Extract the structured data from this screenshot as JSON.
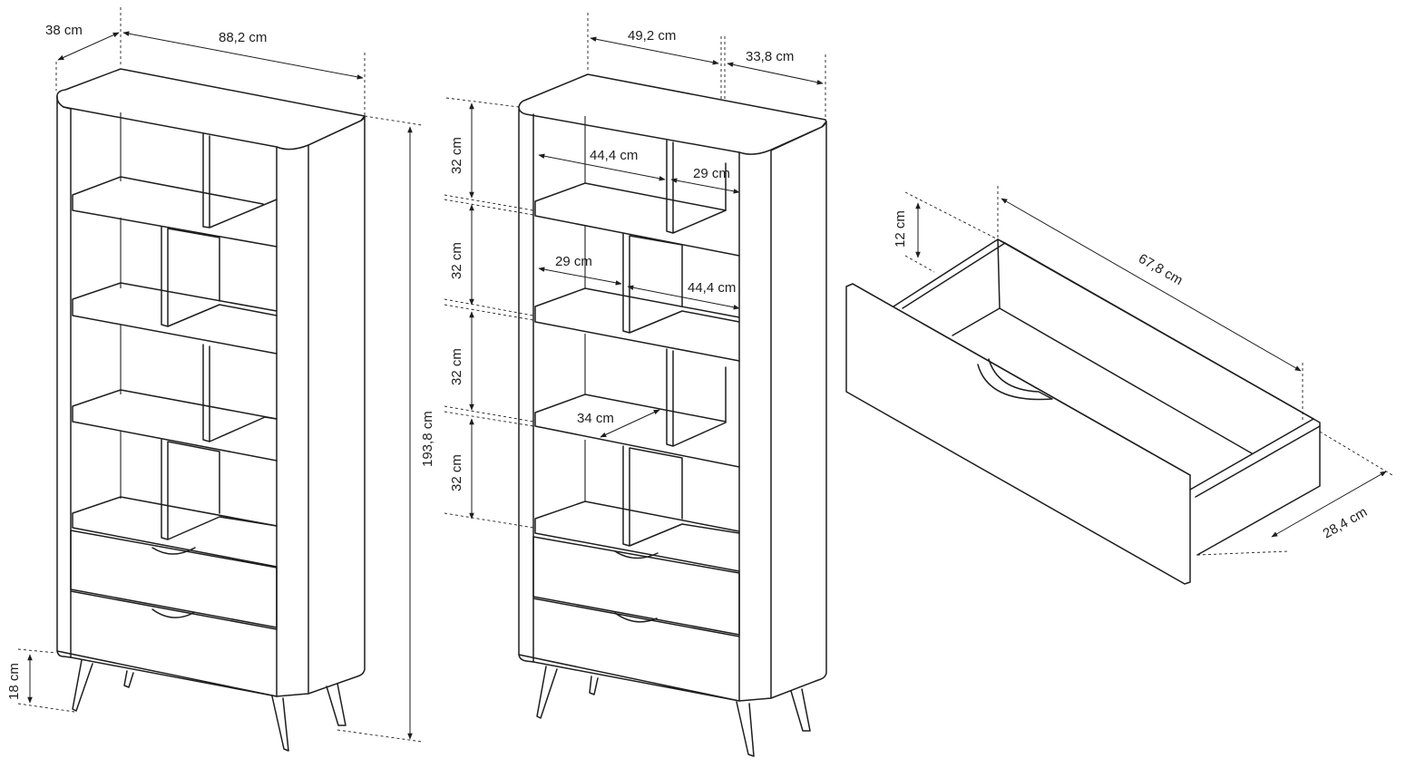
{
  "diagram": {
    "colors": {
      "stroke": "#1e1e1e",
      "background": "#ffffff"
    },
    "front_view": {
      "depth_label": "38 cm",
      "width_label": "88,2 cm",
      "height_label": "193,8 cm",
      "legs_label": "18 cm"
    },
    "side_view": {
      "width_label": "49,2 cm",
      "depth_label": "33,8 cm",
      "compartments": {
        "row1_label": "32 cm",
        "row2_label": "32 cm",
        "row3_label": "32 cm",
        "row4_label": "32 cm"
      },
      "inner": {
        "top_left_width": "44,4 cm",
        "top_right_width": "29 cm",
        "mid_left_width": "29 cm",
        "mid_right_width": "44,4 cm",
        "shelf_depth": "34 cm"
      }
    },
    "drawer_view": {
      "height_label": "12 cm",
      "length_label": "67,8 cm",
      "width_label": "28,4 cm"
    }
  }
}
